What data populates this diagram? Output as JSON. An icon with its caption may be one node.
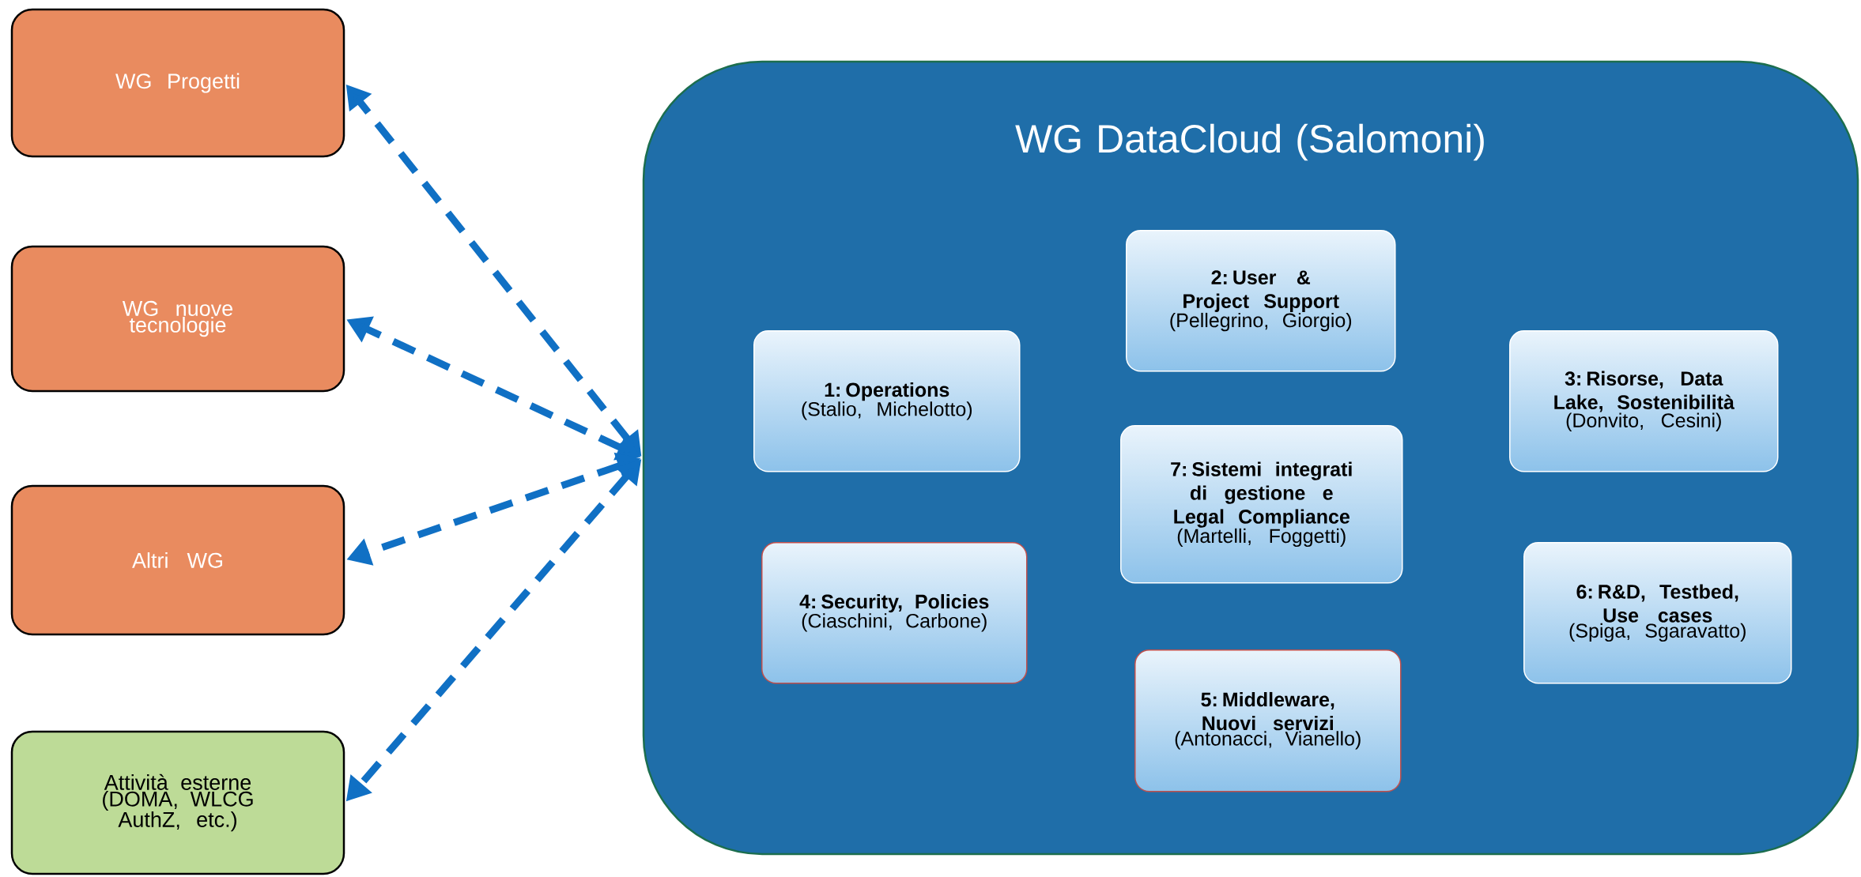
{
  "diagram": {
    "nodes": [
      {
        "text": [
          "WG Progetti"
        ]
      },
      {
        "text": [
          "WG nuove tecnologie"
        ]
      },
      {
        "text": [
          "Altri WG"
        ]
      },
      {
        "text": [
          "Attività esterne (DOMA, WLCG AuthZ, etc.)"
        ]
      },
      {
        "text": [
          "WG DataCloud (Salomoni)"
        ]
      },
      {
        "text": [
          "1: Operations",
          "(Stalio, Michelotto)"
        ],
        "in": 4
      },
      {
        "text": [
          "2: User & Project Support",
          "(Pellegrino, Giorgio)"
        ],
        "in": 4
      },
      {
        "text": [
          "3: Risorse, Data Lake, Sostenibilità",
          "(Donvito, Cesini)"
        ],
        "in": 4
      },
      {
        "text": [
          "4: Security, Policies",
          "(Ciaschini, Carbone)"
        ],
        "in": 4
      },
      {
        "text": [
          "7: Sistemi integrati di gestione e Legal Compliance",
          "(Martelli, Foggetti)"
        ],
        "in": 4
      },
      {
        "text": [
          "6: R&D, Testbed, Use cases",
          "(Spiga, Sgaravatto)"
        ],
        "in": 4
      },
      {
        "text": [
          "5: Middleware, Nuovi servizi",
          "(Antonacci, Vianello)"
        ],
        "in": 4
      }
    ],
    "edges": [
      {
        "from": 4,
        "to": 0,
        "arrow": "both",
        "style": "dashed"
      },
      {
        "from": 4,
        "to": 1,
        "arrow": "both",
        "style": "dashed"
      },
      {
        "from": 4,
        "to": 2,
        "arrow": "both",
        "style": "dashed"
      },
      {
        "from": 4,
        "to": 3,
        "arrow": "both",
        "style": "dashed"
      }
    ]
  }
}
